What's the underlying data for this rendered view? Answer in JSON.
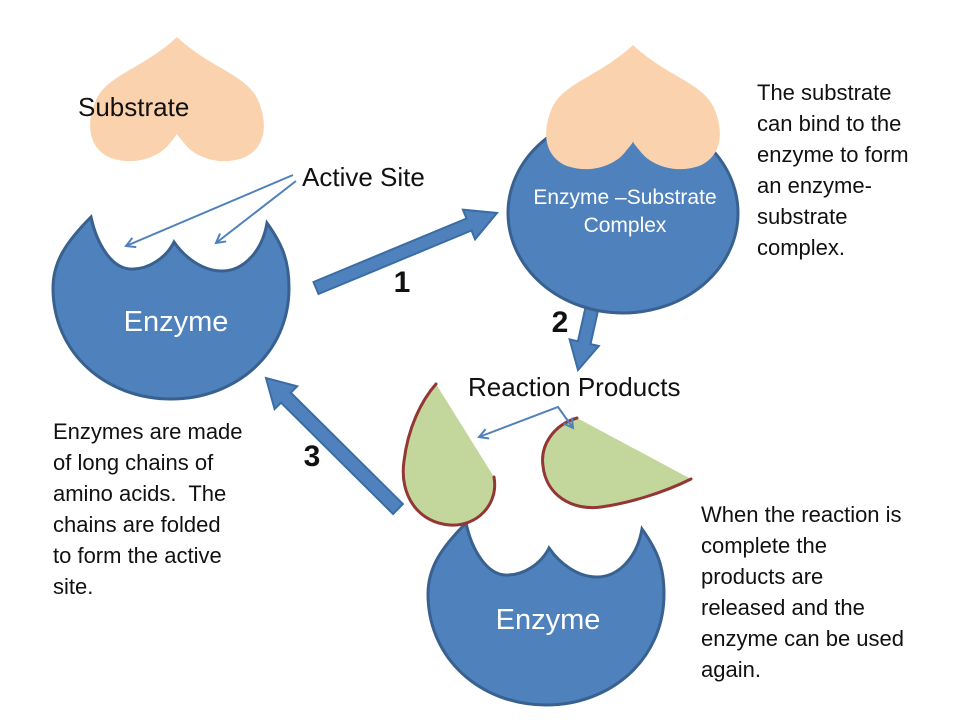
{
  "labels": {
    "substrate": "Substrate",
    "active_site": "Active Site",
    "enzyme_top": "Enzyme",
    "enzyme_bottom": "Enzyme",
    "complex_line1": "Enzyme –Substrate",
    "complex_line2": "Complex",
    "reaction_products": "Reaction Products"
  },
  "steps": {
    "one": "1",
    "two": "2",
    "three": "3"
  },
  "notes": {
    "substrate_binding": {
      "lines": [
        "The substrate",
        "can bind to the",
        "enzyme to form",
        "an enzyme-",
        "substrate",
        "complex."
      ]
    },
    "enzyme_structure": {
      "lines": [
        "Enzymes are made",
        "of long chains of",
        "amino acids.  The",
        "chains are folded",
        "to form the active",
        "site."
      ]
    },
    "products_released": {
      "lines": [
        "When the reaction is",
        "complete the",
        "products are",
        "released and the",
        "enzyme can be used",
        "again."
      ]
    }
  },
  "colors": {
    "enzyme_fill": "#4f81bd",
    "enzyme_border": "#38618f",
    "substrate_fill": "#fad2ae",
    "product_fill": "#c3d69b",
    "product_border": "#943634",
    "arrow_fill": "#4f81bd",
    "arrow_border": "#3a6ca5",
    "arrow_line": "#4f81bd",
    "text": "#111111",
    "label_on_shape": "#ffffff"
  }
}
